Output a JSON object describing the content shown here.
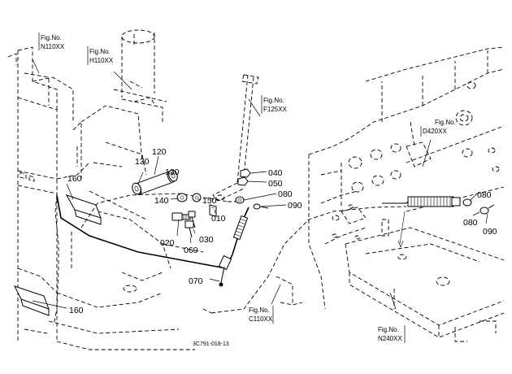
{
  "figure_refs": [
    {
      "id": "n110",
      "line1": "Fig.No.",
      "line2": "N110XX"
    },
    {
      "id": "h110",
      "line1": "Fig.No.",
      "line2": "H110XX"
    },
    {
      "id": "f125",
      "line1": "Fig.No.",
      "line2": "F125XX"
    },
    {
      "id": "d420",
      "line1": "Fig.No.",
      "line2": "D420XX"
    },
    {
      "id": "c110",
      "line1": "Fig.No.",
      "line2": "C110XX"
    },
    {
      "id": "n240",
      "line1": "Fig.No.",
      "line2": "N240XX"
    }
  ],
  "callouts": {
    "c120": "120",
    "c130a": "130",
    "c130b": "130",
    "c140": "140",
    "c150": "150",
    "c160a": "160",
    "c160b": "160",
    "c010": "010",
    "c020": "020",
    "c030": "030",
    "c040": "040",
    "c050": "050",
    "c060": "060",
    "c070": "070",
    "c080a": "080",
    "c080b": "080",
    "c080c": "080",
    "c090a": "090",
    "c090b": "090"
  },
  "drawing_code": "3C791-018-13"
}
